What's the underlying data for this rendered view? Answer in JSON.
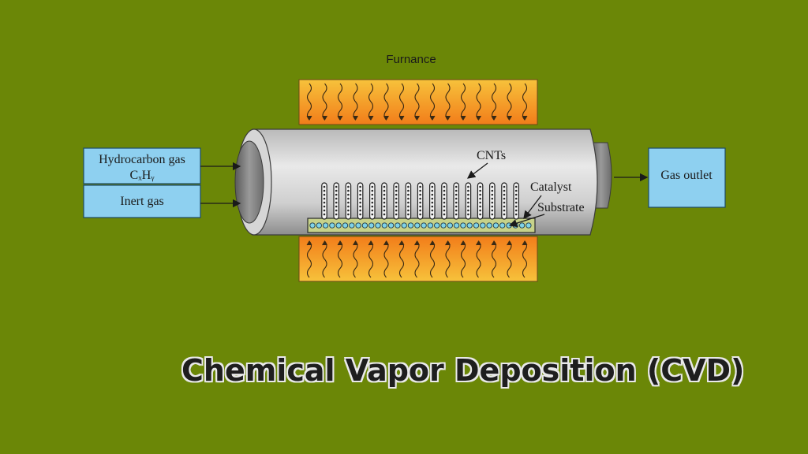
{
  "diagram": {
    "furnace_label": "Furnance",
    "inlet_hydrocarbon": "Hydrocarbon gas",
    "inlet_formula": "CₓHᵧ",
    "inlet_inert": "Inert gas",
    "outlet_label": "Gas outlet",
    "cnt_label": "CNTs",
    "catalyst_label": "Catalyst",
    "substrate_label": "Substrate"
  },
  "title": "Chemical Vapor Deposition (CVD)",
  "colors": {
    "background": "#6b8707",
    "box_fill": "#8ed0f0",
    "furnace_orange": "#f4871e",
    "furnace_yellow": "#f8c23a",
    "substrate_fill": "#c7d28a",
    "catalyst_fill": "#7fd3e8"
  }
}
